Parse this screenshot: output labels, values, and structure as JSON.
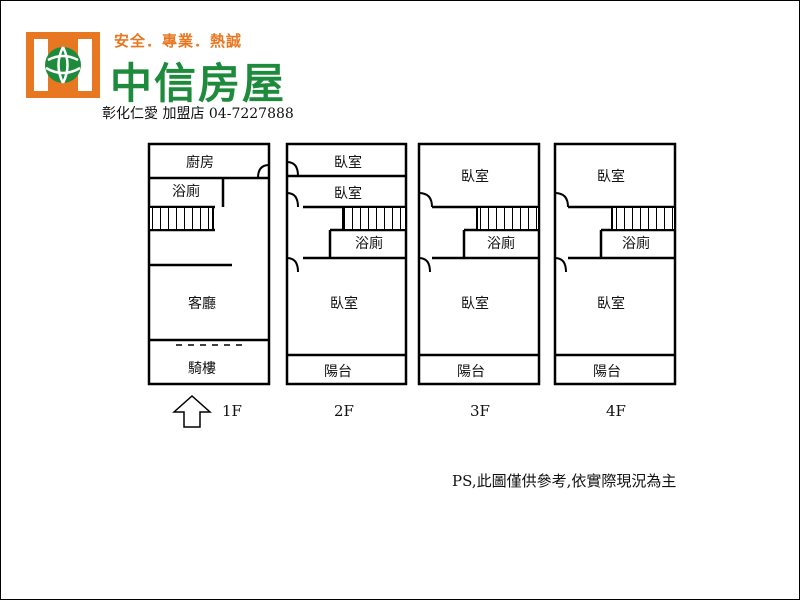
{
  "brand": {
    "tagline": "安全．專業．熱誠",
    "name": "中信房屋",
    "store": "彰化仁愛 加盟店 04-7227888",
    "colors": {
      "orange": "#e87722",
      "green": "#1e8a3c"
    }
  },
  "floors": [
    {
      "label": "1F",
      "rooms": [
        "廚房",
        "浴廁",
        "客廳",
        "騎樓"
      ]
    },
    {
      "label": "2F",
      "rooms": [
        "臥室",
        "臥室",
        "浴廁",
        "臥室",
        "陽台"
      ]
    },
    {
      "label": "3F",
      "rooms": [
        "臥室",
        "浴廁",
        "臥室",
        "陽台"
      ]
    },
    {
      "label": "4F",
      "rooms": [
        "臥室",
        "浴廁",
        "臥室",
        "陽台"
      ]
    }
  ],
  "note": "PS,此圖僅供參考,依實際現況為主",
  "icons": {
    "entrance": "up-arrow-icon",
    "logo": "globe-icon"
  }
}
